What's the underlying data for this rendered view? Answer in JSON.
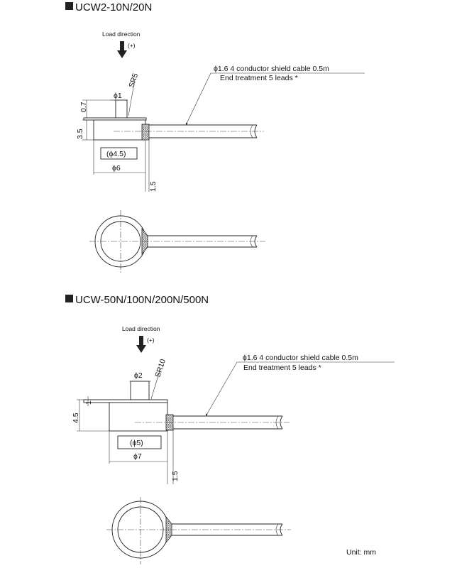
{
  "unit": "Unit: mm",
  "diagrams": [
    {
      "title": "UCW2-10N/20N",
      "load_direction": "Load direction",
      "plus": "(+)",
      "cable_label": "ϕ1.6  4 conductor shield cable 0.5m",
      "end_treatment": "End treatment 5 leads *",
      "sr": "SR5",
      "d_top": "ϕ1",
      "h_top": "0.7",
      "h_total": "3.5",
      "d_inner": "(ϕ4.5)",
      "d_outer": "ϕ6",
      "offset": "1.5"
    },
    {
      "title": "UCW-50N/100N/200N/500N",
      "load_direction": "Load direction",
      "plus": "(+)",
      "cable_label": "ϕ1.6  4 conductor shield cable 0.5m",
      "end_treatment": "End treatment 5 leads *",
      "sr": "SR10",
      "d_top": "ϕ2",
      "h_top": "1",
      "h_total": "4.5",
      "d_inner": "(ϕ5)",
      "d_outer": "ϕ7",
      "offset": "1.5"
    }
  ]
}
